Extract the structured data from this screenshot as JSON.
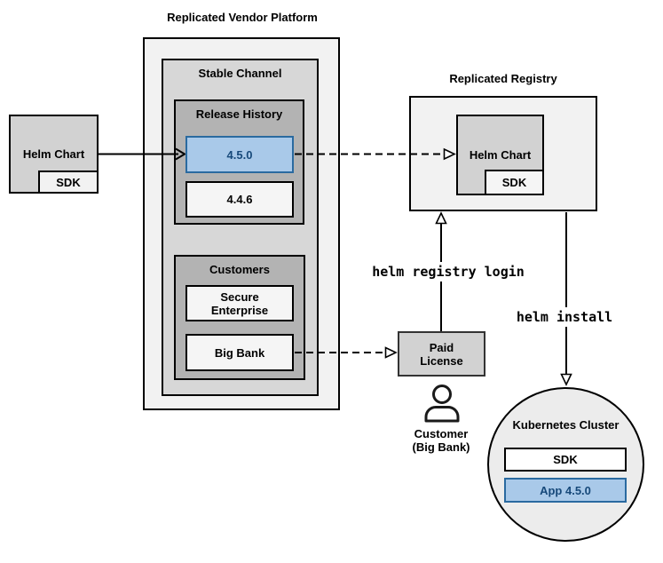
{
  "vendor_platform": {
    "title": "Replicated Vendor Platform",
    "stable_channel": {
      "title": "Stable Channel"
    },
    "release_history": {
      "title": "Release History",
      "releases": [
        {
          "version": "4.5.0",
          "highlighted": true
        },
        {
          "version": "4.4.6",
          "highlighted": false
        }
      ]
    },
    "customers": {
      "title": "Customers",
      "items": [
        {
          "name": "Secure Enterprise"
        },
        {
          "name": "Big Bank"
        }
      ]
    }
  },
  "source_chart": {
    "label": "Helm Chart",
    "sdk": "SDK"
  },
  "registry": {
    "title": "Replicated Registry",
    "chart_label": "Helm Chart",
    "sdk": "SDK"
  },
  "commands": {
    "registry_login": "helm registry login",
    "install": "helm install"
  },
  "license": {
    "label": "Paid License"
  },
  "actor": {
    "name": "Customer",
    "detail": "(Big Bank)"
  },
  "cluster": {
    "title": "Kubernetes Cluster",
    "sdk": "SDK",
    "app": "App 4.5.0"
  },
  "icons": {
    "actor": "person-icon"
  },
  "colors": {
    "highlight_fill": "#a9c9e9",
    "highlight_border": "#2a6aa0",
    "highlight_text": "#17497a",
    "line": "#000000"
  }
}
